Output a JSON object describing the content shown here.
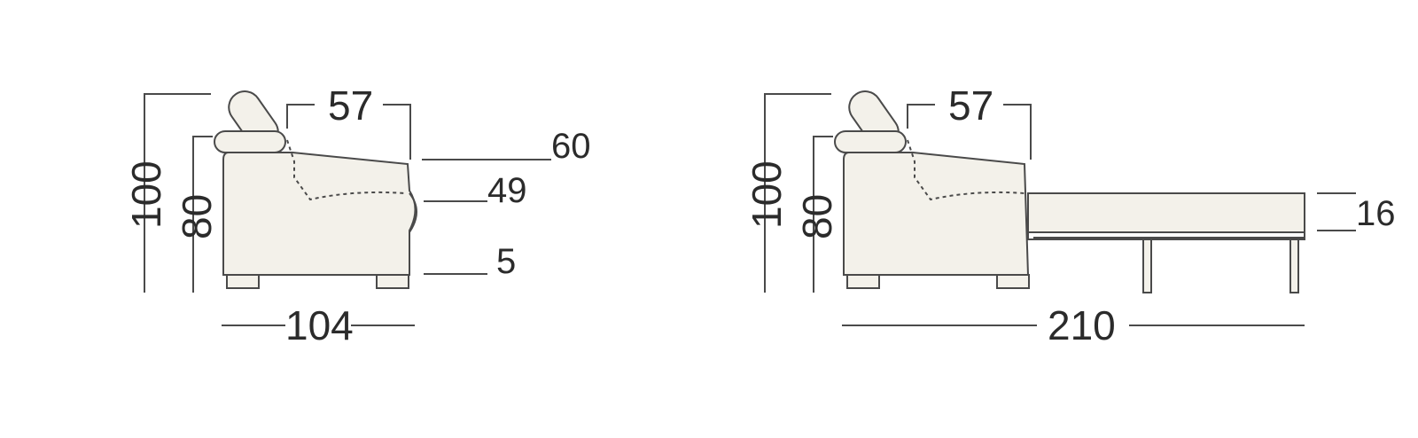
{
  "diagram": {
    "left_view": {
      "total_height": "100",
      "arm_height": "80",
      "seat_depth": "57",
      "back_height": "60",
      "seat_height": "49",
      "leg_height": "5",
      "total_depth": "104"
    },
    "right_view": {
      "total_height": "100",
      "arm_height": "80",
      "seat_depth": "57",
      "mattress_thickness": "16",
      "total_depth_open": "210"
    },
    "colors": {
      "line": "#4a4a4a",
      "fill": "#f3f1ea",
      "text": "#2b2b2b"
    }
  }
}
